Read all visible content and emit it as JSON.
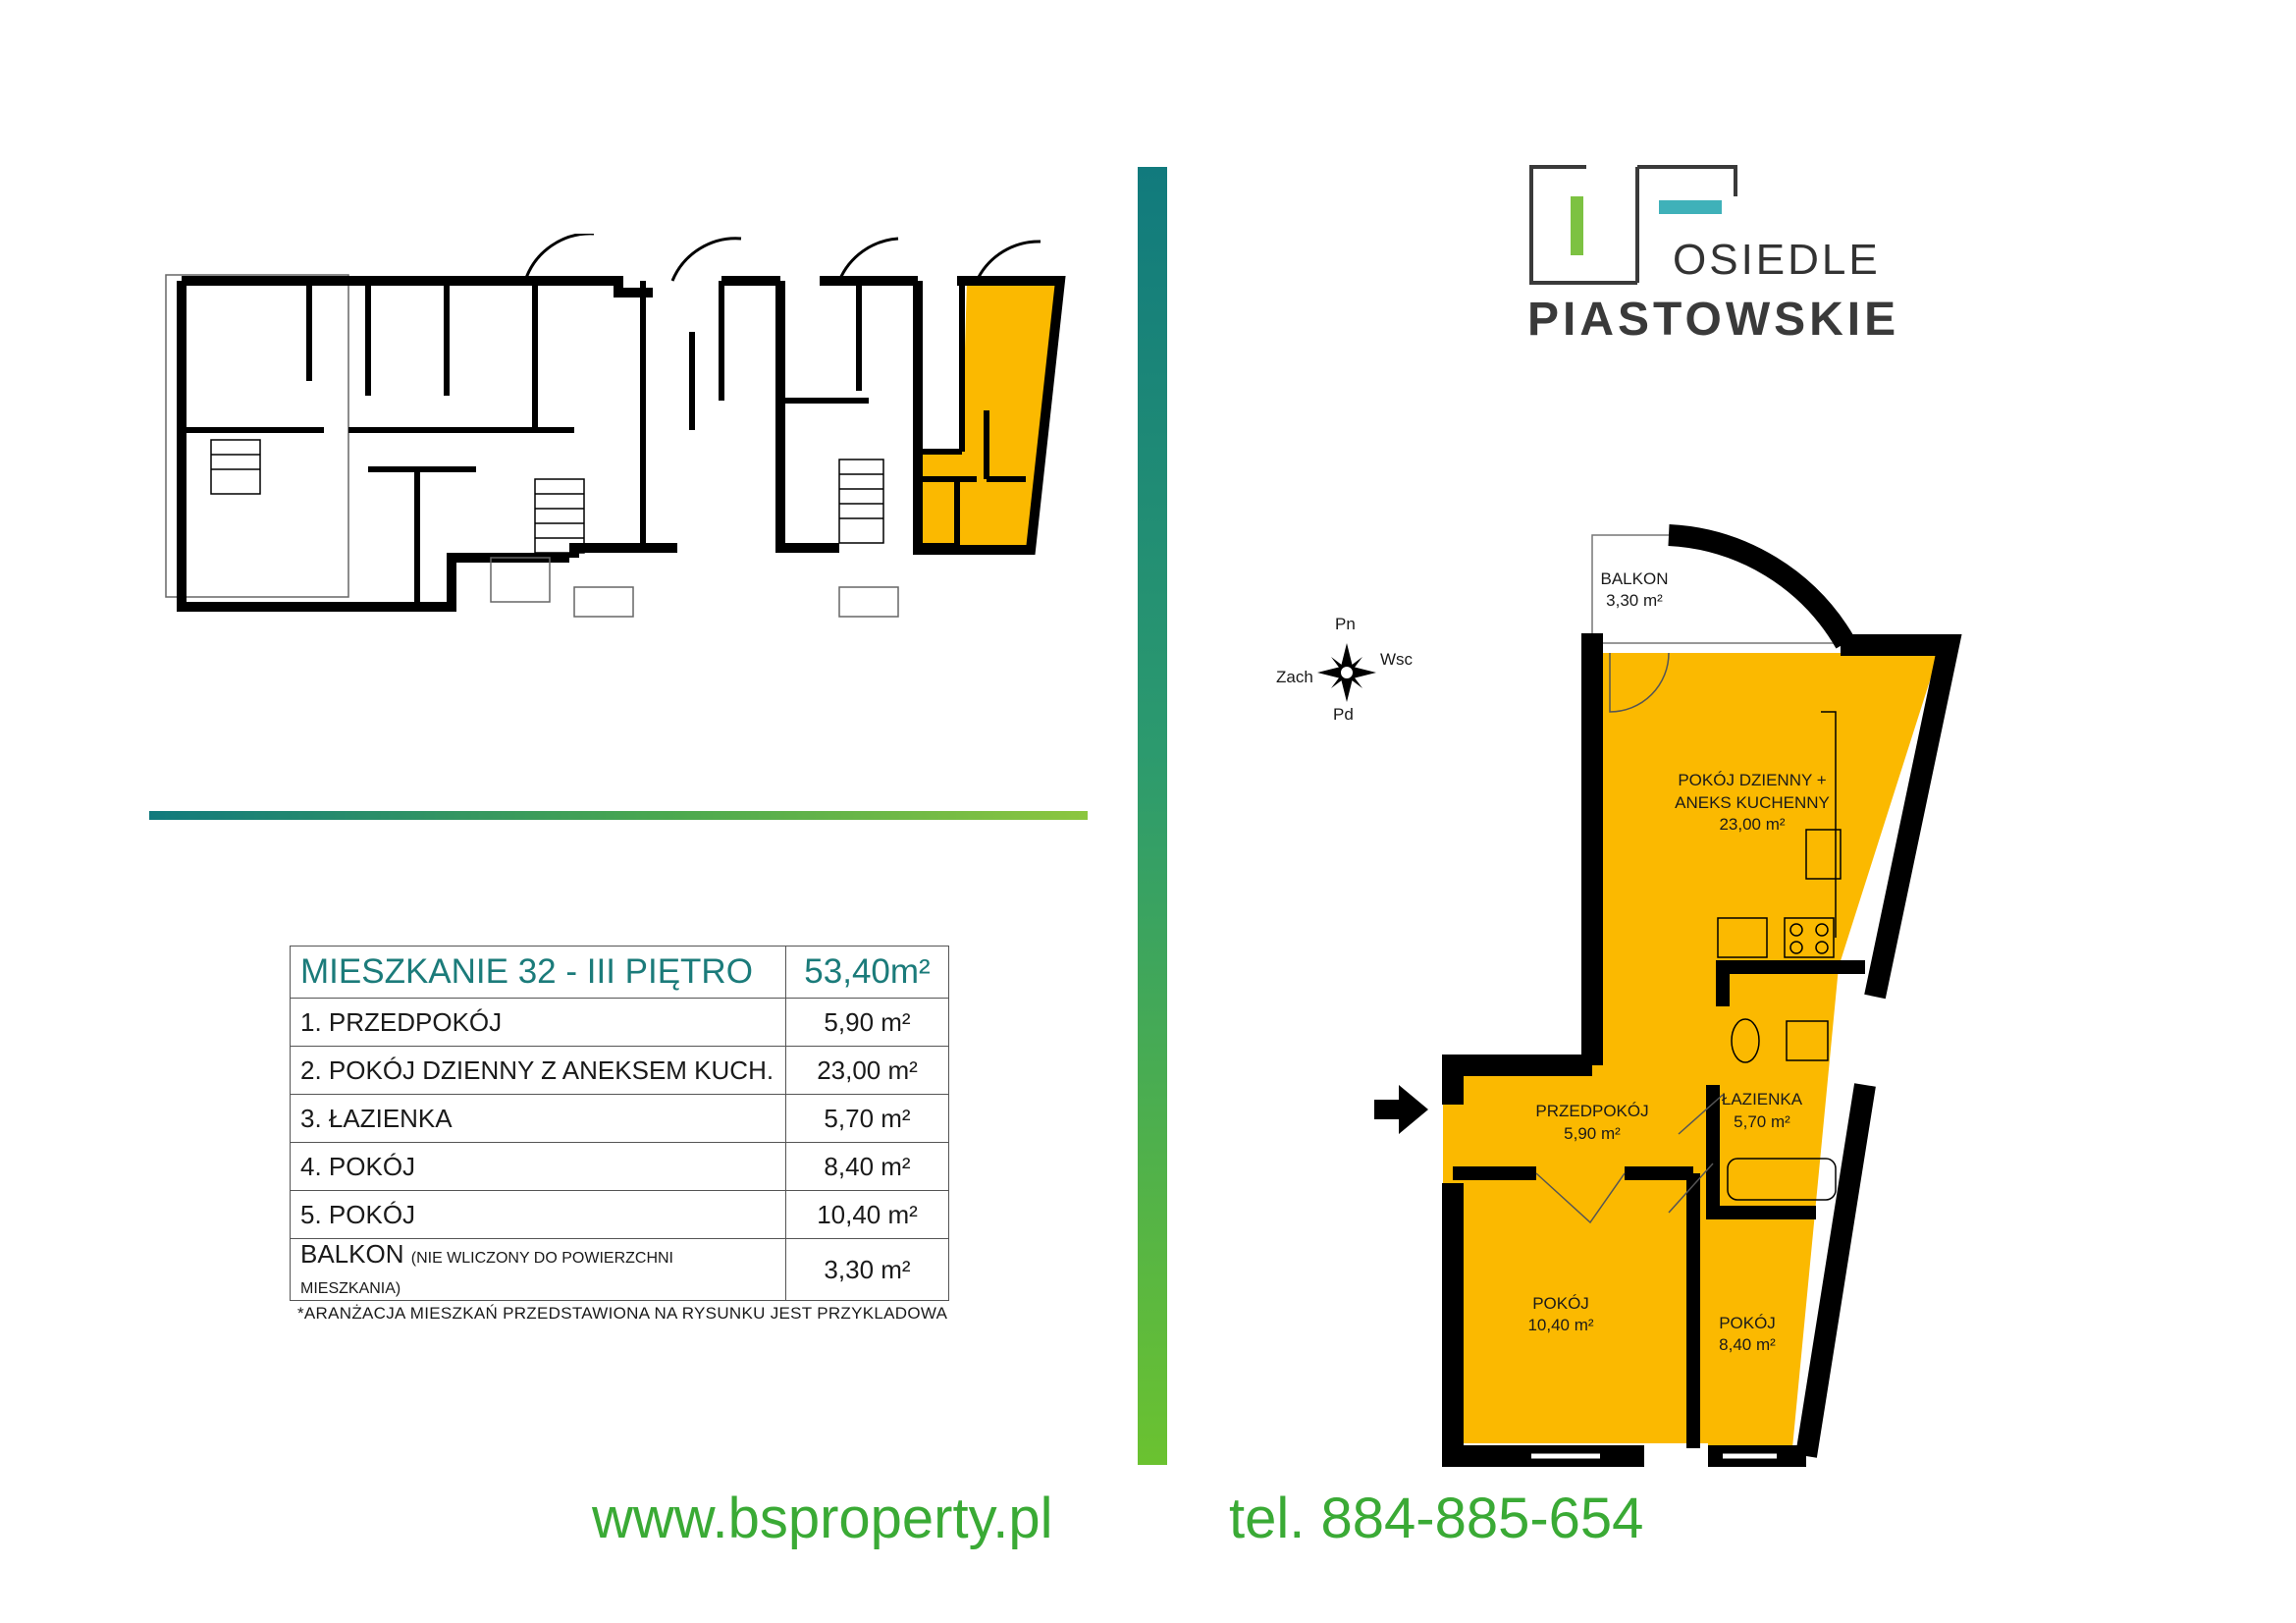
{
  "logo": {
    "line1": "OSIEDLE",
    "line2": "PIASTOWSKIE"
  },
  "table": {
    "title": "MIESZKANIE 32 - III PIĘTRO",
    "total_area": "53,40m²",
    "rows": [
      {
        "label": "1. PRZEDPOKÓJ",
        "area": "5,90 m²"
      },
      {
        "label": "2. POKÓJ DZIENNY Z ANEKSEM KUCH.",
        "area": "23,00 m²"
      },
      {
        "label": "3. ŁAZIENKA",
        "area": "5,70 m²"
      },
      {
        "label": "4. POKÓJ",
        "area": "8,40 m²"
      },
      {
        "label": "5. POKÓJ",
        "area": "10,40 m²"
      }
    ],
    "balcony_label": "BALKON",
    "balcony_note": "(NIE WLICZONY DO POWIERZCHNI MIESZKANIA)",
    "balcony_area": "3,30 m²"
  },
  "note": "*ARANŻACJA MIESZKAŃ PRZEDSTAWIONA NA RYSUNKU JEST PRZYKLADOWA",
  "compass": {
    "north": "Pn",
    "south": "Pd",
    "west": "Zach",
    "east": "Wsch"
  },
  "plan": {
    "balkon": {
      "name": "BALKON",
      "area": "3,30 m²"
    },
    "living": {
      "name1": "POKÓJ DZIENNY +",
      "name2": "ANEKS KUCHENNY",
      "area": "23,00 m²"
    },
    "hall": {
      "name": "PRZEDPOKÓJ",
      "area": "5,90 m²"
    },
    "bath": {
      "name": "ŁAZIENKA",
      "area": "5,70 m²"
    },
    "room_left": {
      "name": "POKÓJ",
      "area": "10,40 m²"
    },
    "room_right": {
      "name": "POKÓJ",
      "area": "8,40 m²"
    }
  },
  "footer": {
    "website": "www.bsproperty.pl",
    "phone": "tel. 884-885-654"
  },
  "colors": {
    "highlight": "#fbb900",
    "teal": "#117a7d",
    "green": "#6bc230",
    "footer_green": "#3aaa35",
    "wall": "#000000"
  }
}
